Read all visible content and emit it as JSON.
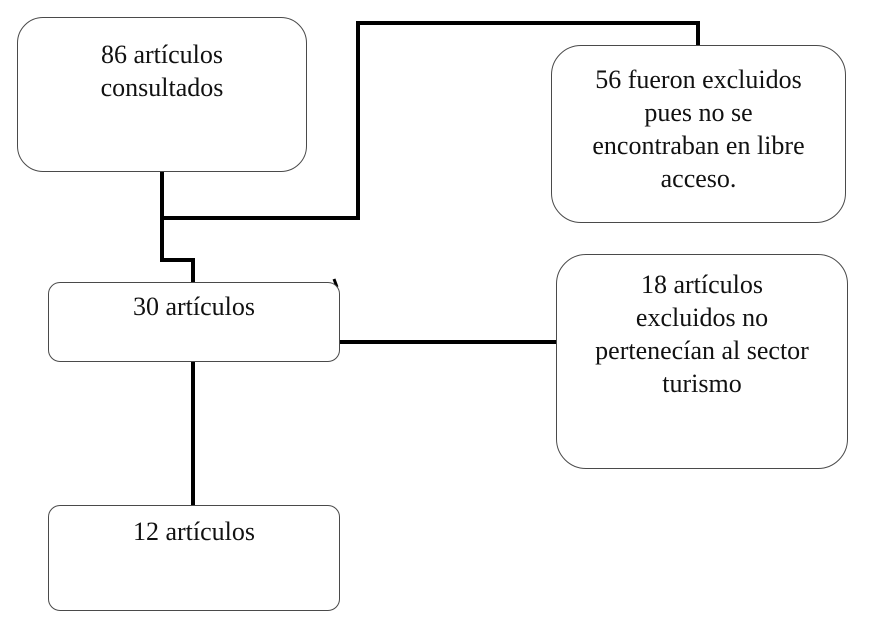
{
  "nodes": {
    "consulted": {
      "lines": [
        "86 artículos",
        "consultados"
      ]
    },
    "excluded_access": {
      "lines": [
        "56 fueron excluidos",
        "pues no se",
        "encontraban en libre",
        "acceso."
      ]
    },
    "articles_30": {
      "lines": [
        "30 artículos"
      ]
    },
    "excluded_sector": {
      "lines": [
        "18 artículos",
        "excluidos no",
        "pertenecían al sector",
        "turismo"
      ]
    },
    "articles_12": {
      "lines": [
        "12 artículos"
      ]
    }
  },
  "edges": [
    {
      "from": "consulted",
      "to": "excluded_access"
    },
    {
      "from": "consulted",
      "to": "articles_30"
    },
    {
      "from": "articles_30",
      "to": "excluded_sector"
    },
    {
      "from": "articles_30",
      "to": "articles_12"
    }
  ],
  "colors": {
    "connector": "#000000",
    "box_border": "#4a4a4a"
  }
}
